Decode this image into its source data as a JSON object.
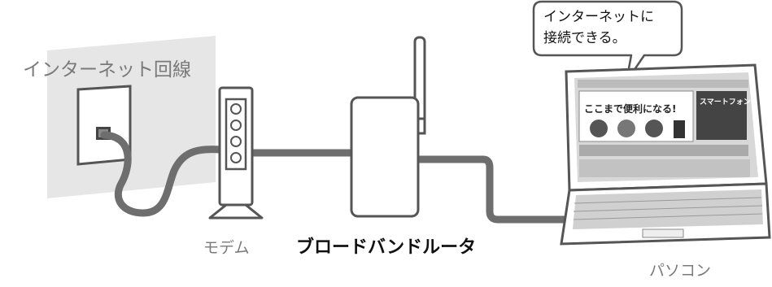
{
  "labels": {
    "internet_line": "インターネット回線",
    "modem": "モデム",
    "router": "ブロードバンドルータ",
    "pc": "パソコン"
  },
  "bubble": {
    "line1": "インターネットに",
    "line2": "接続できる。"
  },
  "screen": {
    "banner_top": "ここまで便利になる!",
    "banner_brand": "スマートフォン"
  },
  "colors": {
    "cable": "#6e6e6e",
    "wall": "#e6e6e6",
    "outline": "#555555"
  }
}
